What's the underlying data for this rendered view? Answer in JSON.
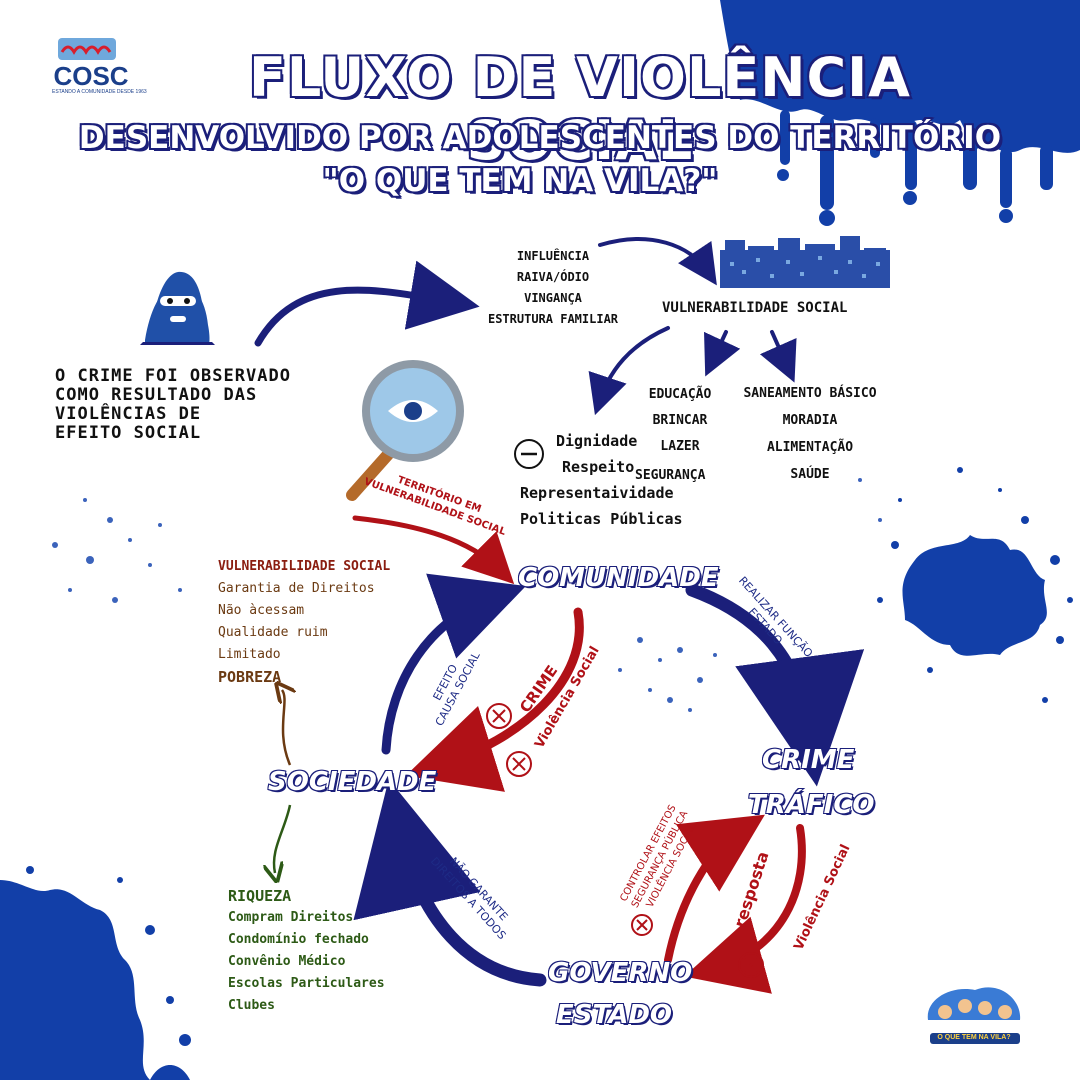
{
  "logo": {
    "name": "COSC",
    "tagline": "ESTANDO A COMUNIDADE DESDE 1963"
  },
  "header": {
    "title": "FLUXO DE VIOLÊNCIA SOCIAL",
    "subtitle_line1": "DESENVOLVIDO POR ADOLESCENTES DO TERRITÓRIO",
    "subtitle_line2": "\"O QUE TEM NA VILA?\""
  },
  "statement": {
    "lines": [
      "O CRIME FOI OBSERVADO",
      "COMO RESULTADO DAS",
      "VIOLÊNCIAS DE",
      "EFEITO SOCIAL"
    ]
  },
  "causes": [
    "INFLUÊNCIA",
    "RAIVA/ÓDIO",
    "VINGANÇA",
    "ESTRUTURA FAMILIAR"
  ],
  "vulnerability": {
    "title": "VULNERABILIDADE SOCIAL"
  },
  "needs": {
    "left": [
      "EDUCAÇÃO",
      "BRINCAR",
      "LAZER",
      "SEGURANÇA"
    ],
    "right": [
      "SANEAMENTO BÁSICO",
      "MORADIA",
      "ALIMENTAÇÃO",
      "SAÚDE"
    ]
  },
  "dignity": [
    "Dignidade",
    "Respeito",
    "Representaividade",
    "Politicas Públicas"
  ],
  "poverty": {
    "title": "VULNERABILIDADE SOCIAL",
    "items": [
      "Garantia de Direitos",
      "Não àcessam",
      "Qualidade ruim",
      "Limitado"
    ],
    "footer": "POBREZA"
  },
  "wealth": {
    "title": "RIQUEZA",
    "items": [
      "Compram Direitos",
      "Condomínio fechado",
      "Convênio Médico",
      "Escolas Particulares",
      "Clubes"
    ]
  },
  "diagram": {
    "nodes": {
      "community": "COMUNIDADE",
      "society": "SOCIEDADE",
      "crime": "CRIME",
      "trafficking": "TRÁFICO",
      "government": "GOVERNO",
      "state": "ESTADO"
    },
    "territory_lines": [
      "TERRITÓRIO EM",
      "VULNERABILIDADE SOCIAL"
    ],
    "edge_labels": {
      "realize": [
        "REALIZAR FUNÇÃO",
        "ESTADO"
      ],
      "effect": [
        "EFEITO",
        "CAUSA SOCIAL"
      ],
      "crime": "CRIME",
      "violence": "Violência Social",
      "no_guarantee": [
        "NÃO GARANTE",
        "DIREITOS A TODOS"
      ],
      "control": [
        "CONTROLAR EFEITOS",
        "SEGURANÇA PÚBLICA",
        "VIOLÊNCIA SOCIAL"
      ],
      "response": "resposta"
    }
  },
  "project": {
    "name": "O QUE TEM NA VILA?"
  },
  "colors": {
    "navy": "#1b1f7a",
    "splash_blue": "#123fa8",
    "red": "#b01117",
    "brown": "#6b3a12",
    "green": "#2d5a16"
  }
}
